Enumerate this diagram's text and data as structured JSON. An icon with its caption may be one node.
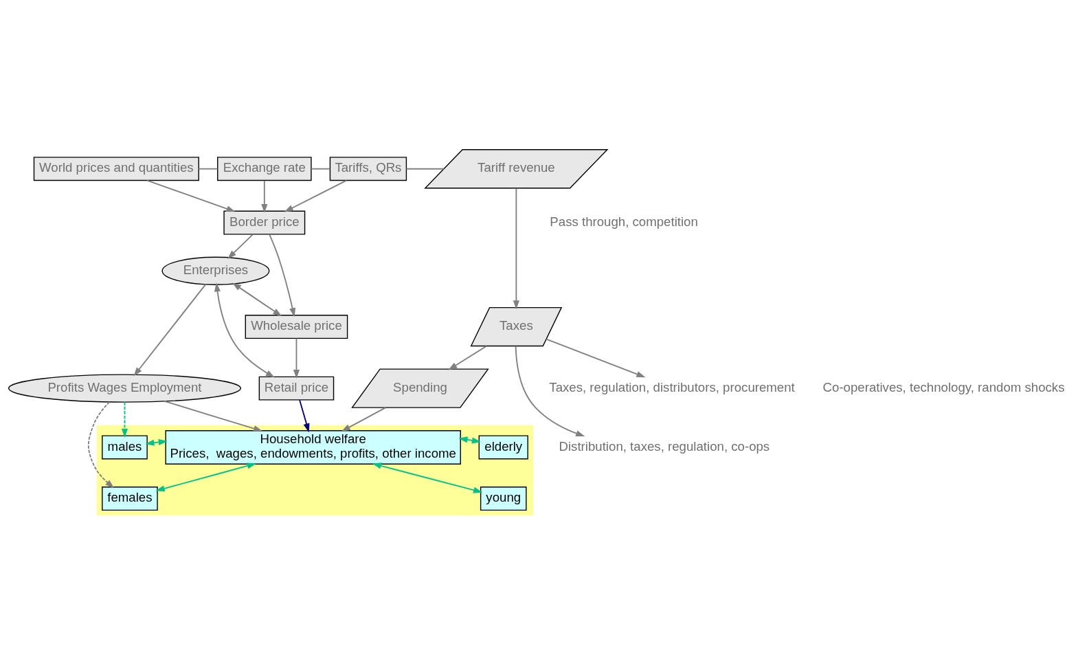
{
  "diagram": {
    "nodes": [
      {
        "text": [
          "World prices and quantities"
        ]
      },
      {
        "text": [
          "Exchange rate"
        ]
      },
      {
        "text": [
          "Tariffs, QRs"
        ]
      },
      {
        "text": [
          "Tariff revenue"
        ]
      },
      {
        "text": [
          "Border price"
        ]
      },
      {
        "text": [
          "Enterprises"
        ]
      },
      {
        "text": [
          "Wholesale price"
        ]
      },
      {
        "text": [
          "Taxes"
        ]
      },
      {
        "text": [
          "Retail price"
        ]
      },
      {
        "text": [
          "Spending"
        ]
      },
      {
        "text": [
          "Profits Wages Employment"
        ]
      },
      {
        "text": [],
        "shape": "box"
      },
      {
        "text": [
          "Household welfare",
          "Prices,  wages, endowments, profits, other income"
        ],
        "in": 11
      },
      {
        "text": [
          "males"
        ],
        "in": 11
      },
      {
        "text": [
          "elderly"
        ],
        "in": 11
      },
      {
        "text": [
          "females"
        ],
        "in": 11
      },
      {
        "text": [
          "young"
        ],
        "in": 11
      },
      {
        "text": [
          "Taxes, regulation, distributors, procurement"
        ]
      },
      {
        "text": [
          "Distribution, taxes, regulation, co-ops"
        ]
      }
    ],
    "edges": [
      {
        "from": 0,
        "to": 1,
        "arrow": "none"
      },
      {
        "from": 1,
        "to": 2,
        "arrow": "none"
      },
      {
        "from": 2,
        "to": 3,
        "arrow": "none"
      },
      {
        "from": 0,
        "to": 4,
        "arrow": "to"
      },
      {
        "from": 1,
        "to": 4,
        "arrow": "to"
      },
      {
        "from": 2,
        "to": 4,
        "arrow": "to"
      },
      {
        "from": 3,
        "to": 7,
        "arrow": "to"
      },
      {
        "from": 4,
        "to": 5,
        "arrow": "to"
      },
      {
        "from": 4,
        "to": 6,
        "arrow": "to"
      },
      {
        "from": 5,
        "to": 6,
        "arrow": "both"
      },
      {
        "from": 5,
        "to": 8,
        "arrow": "both"
      },
      {
        "from": 6,
        "to": 8,
        "arrow": "to"
      },
      {
        "from": 7,
        "to": 17,
        "arrow": "to"
      },
      {
        "from": 7,
        "to": 18,
        "arrow": "to"
      },
      {
        "from": 7,
        "to": 9,
        "arrow": "to"
      },
      {
        "from": 5,
        "to": 10,
        "arrow": "to"
      },
      {
        "from": 8,
        "to": 12,
        "arrow": "to",
        "color": "#000080"
      },
      {
        "from": 10,
        "to": 13,
        "arrow": "to",
        "style": "dashed",
        "color": "#00c08c"
      },
      {
        "from": 10,
        "to": 15,
        "arrow": "to",
        "style": "dashed"
      },
      {
        "from": 13,
        "to": 12,
        "arrow": "both",
        "color": "#00c08c"
      },
      {
        "from": 15,
        "to": 12,
        "arrow": "both",
        "color": "#00c08c"
      },
      {
        "from": 12,
        "to": 14,
        "arrow": "both",
        "color": "#00c08c"
      },
      {
        "from": 12,
        "to": 16,
        "arrow": "both",
        "color": "#00c08c"
      },
      {
        "from": 10,
        "to": 12,
        "arrow": "to"
      },
      {
        "from": 9,
        "to": 12,
        "arrow": "to"
      }
    ],
    "labels": [
      "Pass through, competition",
      "Co-operatives, technology, random shocks"
    ]
  }
}
